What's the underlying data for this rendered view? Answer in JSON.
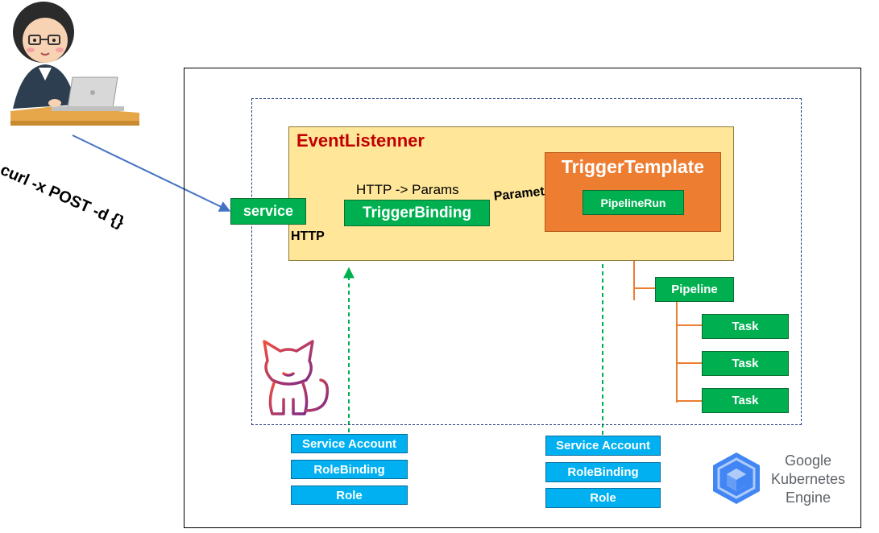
{
  "user": {
    "command": "curl -x POST -d {}"
  },
  "event_listener": {
    "title": "EventListenner",
    "service": "service",
    "http_label": "HTTP",
    "params_label": "HTTP -> Params",
    "trigger_binding": "TriggerBinding",
    "parameters_label": "Parameters"
  },
  "trigger_template": {
    "title": "TriggerTemplate",
    "pipeline_run": "PipelineRun"
  },
  "pipeline": {
    "label": "Pipeline",
    "tasks": [
      "Task",
      "Task",
      "Task"
    ]
  },
  "rbac_left": [
    "Service Account",
    "RoleBinding",
    "Role"
  ],
  "rbac_right": [
    "Service Account",
    "RoleBinding",
    "Role"
  ],
  "gke": {
    "line1": "Google",
    "line2": "Kubernetes",
    "line3": "Engine"
  },
  "colors": {
    "event_listener_bg": "#ffe699",
    "event_listener_title": "#c00000",
    "trigger_template_bg": "#ed7d31",
    "green_box": "#00b050",
    "blue_box": "#00b0f0",
    "arrow_blue": "#4472c4",
    "dashed_green": "#00b050",
    "orange_line": "#ed7d31"
  }
}
